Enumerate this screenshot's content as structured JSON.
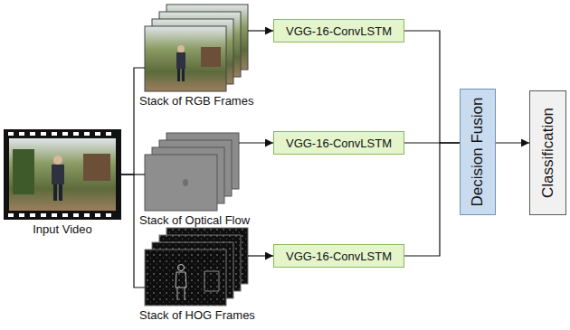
{
  "diagram": {
    "nodes": [
      {
        "text": [
          "Input Video"
        ]
      },
      {
        "text": [
          "Stack of RGB Frames"
        ]
      },
      {
        "text": [
          "Stack of Optical Flow"
        ]
      },
      {
        "text": [
          "Stack of HOG Frames"
        ]
      },
      {
        "text": [
          "VGG-16-ConvLSTM"
        ]
      },
      {
        "text": [
          "VGG-16-ConvLSTM"
        ]
      },
      {
        "text": [
          "VGG-16-ConvLSTM"
        ]
      },
      {
        "text": [
          "Decision Fusion"
        ]
      },
      {
        "text": [
          "Classification"
        ]
      }
    ],
    "edges": [
      {
        "from": 0,
        "to": 1,
        "arrow": "none"
      },
      {
        "from": 0,
        "to": 2,
        "arrow": "none"
      },
      {
        "from": 0,
        "to": 3,
        "arrow": "none"
      },
      {
        "from": 1,
        "to": 4,
        "arrow": "to"
      },
      {
        "from": 2,
        "to": 5,
        "arrow": "to"
      },
      {
        "from": 3,
        "to": 6,
        "arrow": "to"
      },
      {
        "from": 4,
        "to": 7,
        "arrow": "none"
      },
      {
        "from": 5,
        "to": 7,
        "arrow": "none"
      },
      {
        "from": 6,
        "to": 7,
        "arrow": "none"
      },
      {
        "from": 7,
        "to": 8,
        "arrow": "to"
      }
    ]
  }
}
